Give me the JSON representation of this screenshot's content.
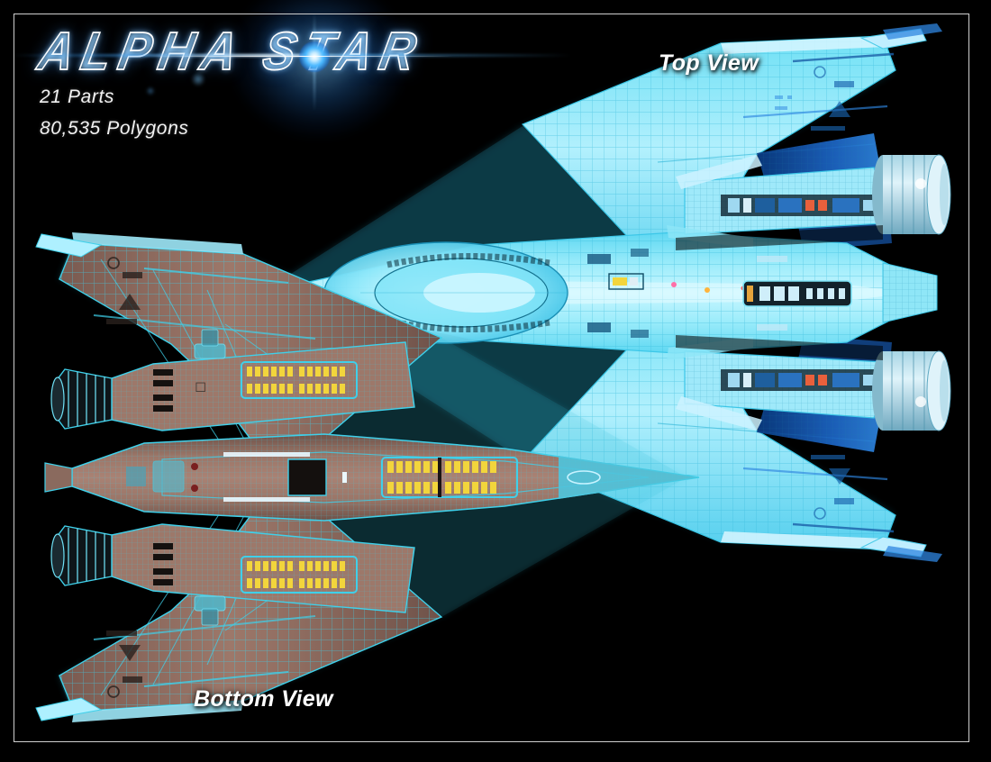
{
  "meta": {
    "background_color": "#000000",
    "frame_color": "#cfcfcf"
  },
  "logo": {
    "text": "ALPHA STAR",
    "style": "outlined italic futuristic",
    "glow_color": "#4ab8ff",
    "stroke_color": "#ffffff",
    "flare": {
      "name": "blue-lens-flare",
      "color": "#4ab8ff",
      "core_color": "#ffffff"
    }
  },
  "specs": [
    {
      "id": "parts",
      "text": "21 Parts"
    },
    {
      "id": "polygons",
      "text": "80,535 Polygons"
    }
  ],
  "views": {
    "top": {
      "label": "Top View",
      "hull_color": "#8fe6f7",
      "accent_color": "#1f63c8",
      "wireframe_color": "#4fd4ee",
      "deep_color": "#0b3f8f"
    },
    "bottom": {
      "label": "Bottom View",
      "hull_color": "#8a6a5e",
      "wireframe_color": "#43d6f0",
      "light_color": "#f2d53c",
      "engine_color": "#0d1418"
    }
  }
}
